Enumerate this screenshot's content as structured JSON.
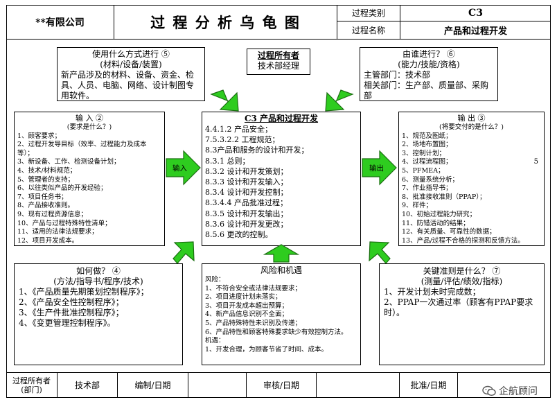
{
  "header": {
    "company": "**有限公司",
    "title": "过 程 分 析 乌 龟 图",
    "category_label": "过程类别",
    "category_value": "C3",
    "name_label": "过程名称",
    "name_value": "产品和过程开发"
  },
  "method_box": {
    "heading": "使用什么方式进行 ⑤",
    "subheading": "(材料/设备/装置)",
    "body": "新产品涉及的材料、设备、资金、检具、人员、电脑、网络、设计制图专用软件。"
  },
  "owner_box": {
    "heading": "过程所有者",
    "value": "技术部经理"
  },
  "who_box": {
    "heading": "由谁进行？ ⑥",
    "subheading": "(能力/技能/资格)",
    "line1": "主管部门：技术部",
    "line2": "相关部门：生产部、质量部、采购部"
  },
  "input_box": {
    "heading": "输  入 ②",
    "subheading": "(要求是什么？)",
    "items": [
      "1、顾客要求；",
      "2、过程开发导目标（效率、过程能力及成本等）；",
      "3、新设备、工作、检测设备计划；",
      "4、技术/材料规范；",
      "5、管理者的支持；",
      "6、以往类似产品的开发经验；",
      "7、项目任务书；",
      "8、产品接收准则。",
      "9、现有过程资源信息；",
      "10、产品与过程特殊特性清单；",
      "11、适用的法律法规要求；",
      "12、项目开发成本。"
    ]
  },
  "center_box": {
    "heading": "C3  产品和过程开发",
    "items": [
      "4.4.1.2 产品安全；",
      "7.5.3.2.2 工程规范；",
      "8.3产品和服务的设计和开发；",
      "8.3.1 总则；",
      "8.3.2 设计和开发策划；",
      "8.3.3 设计和开发输入；",
      "8.3.4 设计和开发控制；",
      "8.3.4.4 产品批准过程；",
      "8.3.5 设计和开发输出；",
      "8.3.6 设计和开发更改；",
      "8.5.6 更改的控制。"
    ]
  },
  "output_box": {
    "heading": "输  出 ③",
    "subheading": "(将要交付的是什么？)",
    "items": [
      "1、规范及图纸；",
      "2、场地布置图；",
      "3、控制计划；",
      "4、过程流程图；",
      "5、PFMEA；",
      "6、测量系统分析；",
      "7、作业指导书；",
      "8、批准接收准则（PPAP）；",
      "9、样件；",
      "10、初始过程能力研究；",
      "11、防错活动的结果；",
      "12、有关质量、可靠性的数据；",
      "13、产品/过程不合格的探测和反馈方法。"
    ],
    "stray_number": "5"
  },
  "arrows": {
    "input_label": "输入",
    "output_label": "输出"
  },
  "how_box": {
    "heading": "如何做？ ④",
    "subheading": "(方法/指导书/程序/技术)",
    "items": [
      "1、《产品质量先期策划控制程序》；",
      "2、《产品安全性控制程序》；",
      "3、《生产件批准控制程序》；",
      "4、《变更管理控制程序》。"
    ]
  },
  "risk_box": {
    "heading": "风险和机遇",
    "risk_label": "风险：",
    "risks": [
      "1、不符合安全或法律法规要求；",
      "2、项目进度计划未落实；",
      "3、项目开发成本超出预算；",
      "4、新产品信息识别不全面；",
      "5、产品特殊特性未识别及传递；",
      "6、产品特性和顾客特殊要求缺少有效控制方法。"
    ],
    "opp_label": "机遇：",
    "opportunities": [
      "1、开发合理，为顾客节省了时间、成本。"
    ]
  },
  "criteria_box": {
    "heading": "关键准则是什么？ ⑦",
    "subheading": "(测量/评估/绩效/指标)",
    "items": [
      "1、开发计划未时完成数；",
      "2、PPAP一次通过率（顾客有PPAP要求时）。"
    ]
  },
  "footer": {
    "owner_label": "过程所有者(部门)",
    "owner_value": "技术部",
    "prepared_label": "编制/日期",
    "reviewed_label": "审核/日期",
    "approved_label": "批准/日期"
  },
  "watermark": {
    "text": "企航顾问",
    "icon": "wechat-icon"
  },
  "colors": {
    "arrow_fill": "#2ecc1f",
    "arrow_stroke": "#1a6e10",
    "border": "#000000"
  }
}
